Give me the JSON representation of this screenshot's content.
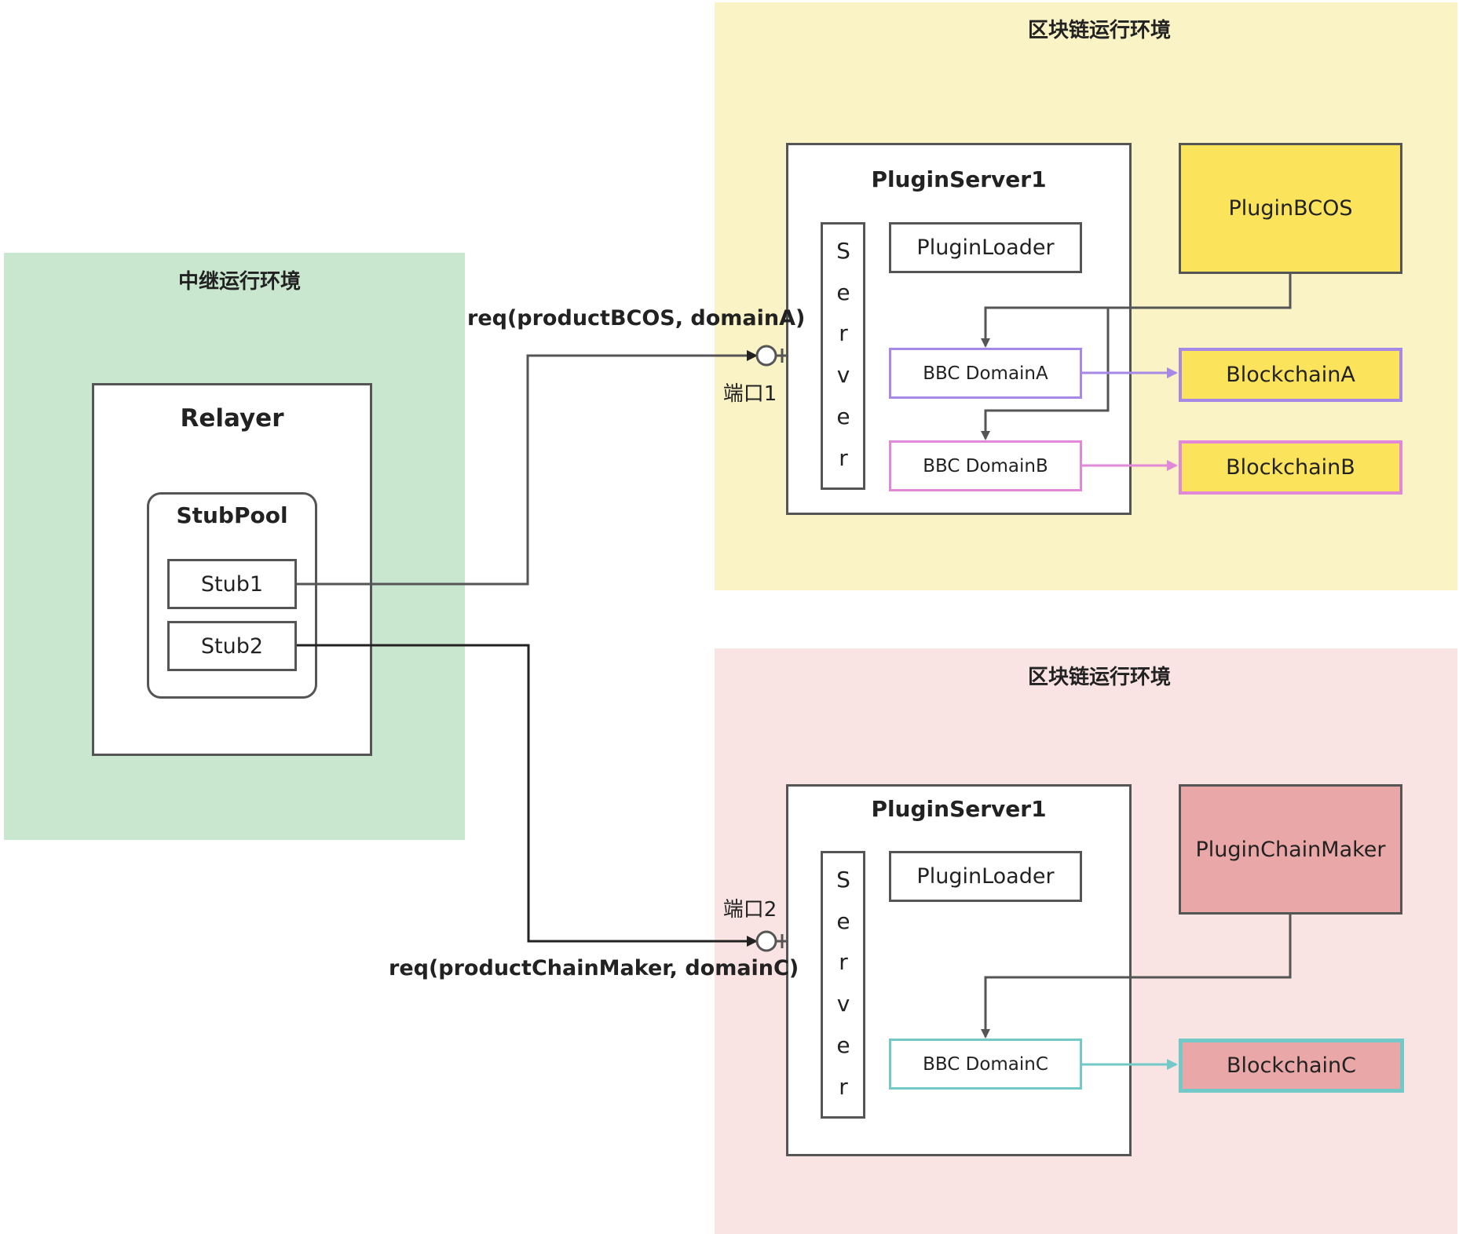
{
  "colors": {
    "relay_env_bg": "#c9e7cf",
    "yellow_env_bg": "#f9f3c6",
    "pink_env_bg": "#f9e3e3",
    "yellow_fill": "#fbe35c",
    "pink_fill": "#e9a8a7",
    "purple": "#a689e6",
    "magenta": "#e288d8",
    "teal": "#73c8c8",
    "line_dark": "#555555",
    "line_black": "#222222"
  },
  "relay_env": {
    "title": "中继运行环境",
    "relayer": {
      "title": "Relayer",
      "stubpool": {
        "title": "StubPool",
        "stubs": [
          "Stub1",
          "Stub2"
        ]
      }
    }
  },
  "chain_env_1": {
    "title": "区块链运行环境",
    "plugin_server": {
      "title": "PluginServer1",
      "server_letters": [
        "S",
        "e",
        "r",
        "v",
        "e",
        "r"
      ],
      "plugin_loader": "PluginLoader",
      "bbc_domains": [
        "BBC DomainA",
        "BBC DomainB"
      ]
    },
    "plugin": "PluginBCOS",
    "blockchains": [
      "BlockchainA",
      "BlockchainB"
    ],
    "port_label": "端口1",
    "request_label": "req(productBCOS, domainA)"
  },
  "chain_env_2": {
    "title": "区块链运行环境",
    "plugin_server": {
      "title": "PluginServer1",
      "server_letters": [
        "S",
        "e",
        "r",
        "v",
        "e",
        "r"
      ],
      "plugin_loader": "PluginLoader",
      "bbc_domains": [
        "BBC DomainC"
      ]
    },
    "plugin": "PluginChainMaker",
    "blockchains": [
      "BlockchainC"
    ],
    "port_label": "端口2",
    "request_label": "req(productChainMaker, domainC)"
  }
}
